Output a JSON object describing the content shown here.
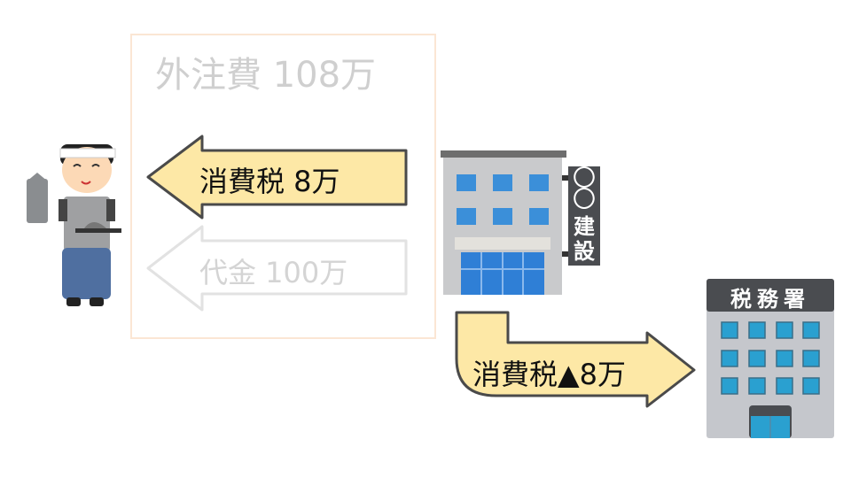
{
  "box": {
    "title": "外注費 108万"
  },
  "arrows": {
    "tax_to_worker": "消費税 8万",
    "payment_to_worker": "代金 100万",
    "tax_to_office": "消費税▲8万"
  },
  "company": {
    "sign_line1": "〇〇",
    "sign_line2": "建設"
  },
  "tax_office": {
    "sign": "税務署"
  },
  "colors": {
    "arrow_fill": "#fde8a6",
    "arrow_stroke": "#4a4a4a",
    "faded": "#d9d9d9",
    "window": "#3b8fd9"
  }
}
